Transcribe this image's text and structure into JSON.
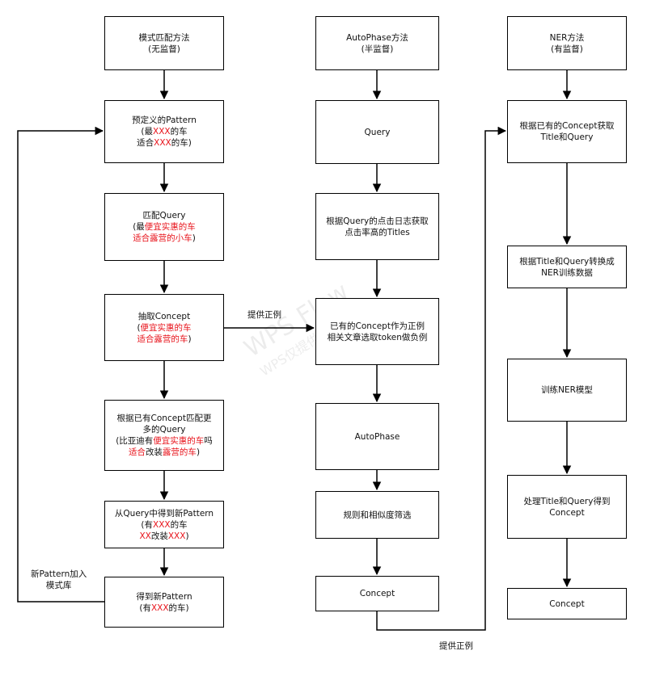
{
  "col1": {
    "b1": {
      "l1": "模式匹配方法",
      "l2": "(无监督)"
    },
    "b2": {
      "l1": "预定义的Pattern",
      "l2a": "(最",
      "l2b": "XXX",
      "l2c": "的车",
      "l3a": "适合",
      "l3b": "XXX",
      "l3c": "的车)"
    },
    "b3": {
      "l1": "匹配Query",
      "l2a": "(最",
      "l2b": "便宜实惠的车",
      "l3": "适合露营的小车",
      "l3c": ")"
    },
    "b4": {
      "l1": "抽取Concept",
      "l2a": "(",
      "l2b": "便宜实惠的车",
      "l3": "适合露营的车",
      "l3c": ")"
    },
    "b5": {
      "l1": "根据已有Concept匹配更",
      "l2": "多的Query",
      "l3a": "(比亚迪有",
      "l3b": "便宜实惠的车",
      "l3c": "吗",
      "l4a": "适合",
      "l4b": "改装",
      "l4c": "露营的车",
      "l4d": ")"
    },
    "b6": {
      "l1": "从Query中得到新Pattern",
      "l2a": "(有",
      "l2b": "XXX",
      "l2c": "的车",
      "l3a": "XX",
      "l3b": "改装",
      "l3c": "XXX",
      "l3d": ")"
    },
    "b7": {
      "l1": "得到新Pattern",
      "l2a": "(有",
      "l2b": "XXX",
      "l2c": "的车)"
    },
    "feedback_l1": "新Pattern加入",
    "feedback_l2": "模式库"
  },
  "col2": {
    "b1": {
      "l1": "AutoPhase方法",
      "l2": "(半监督)"
    },
    "b2": "Query",
    "b3": {
      "l1": "根据Query的点击日志获取",
      "l2": "点击率高的Titles"
    },
    "b4": {
      "l1": "已有的Concept作为正例",
      "l2": "相关文章选取token做负例"
    },
    "b5": "AutoPhase",
    "b6": "规则和相似度筛选",
    "b7": "Concept"
  },
  "col3": {
    "b1": {
      "l1": "NER方法",
      "l2": "(有监督)"
    },
    "b2": {
      "l1": "根据已有的Concept获取",
      "l2": "Title和Query"
    },
    "b3": {
      "l1": "根据Title和Query转换成",
      "l2": "NER训练数据"
    },
    "b4": "训练NER模型",
    "b5": {
      "l1": "处理Title和Query得到",
      "l2": "Concept"
    },
    "b6": "Concept"
  },
  "links": {
    "positive_example_1": "提供正例",
    "positive_example_2": "提供正例"
  },
  "watermark": {
    "l1": "WPS Flow",
    "l2": "WPS仅提供技术能力"
  },
  "colors": {
    "line": "#000000",
    "highlight": "#e8141c"
  }
}
